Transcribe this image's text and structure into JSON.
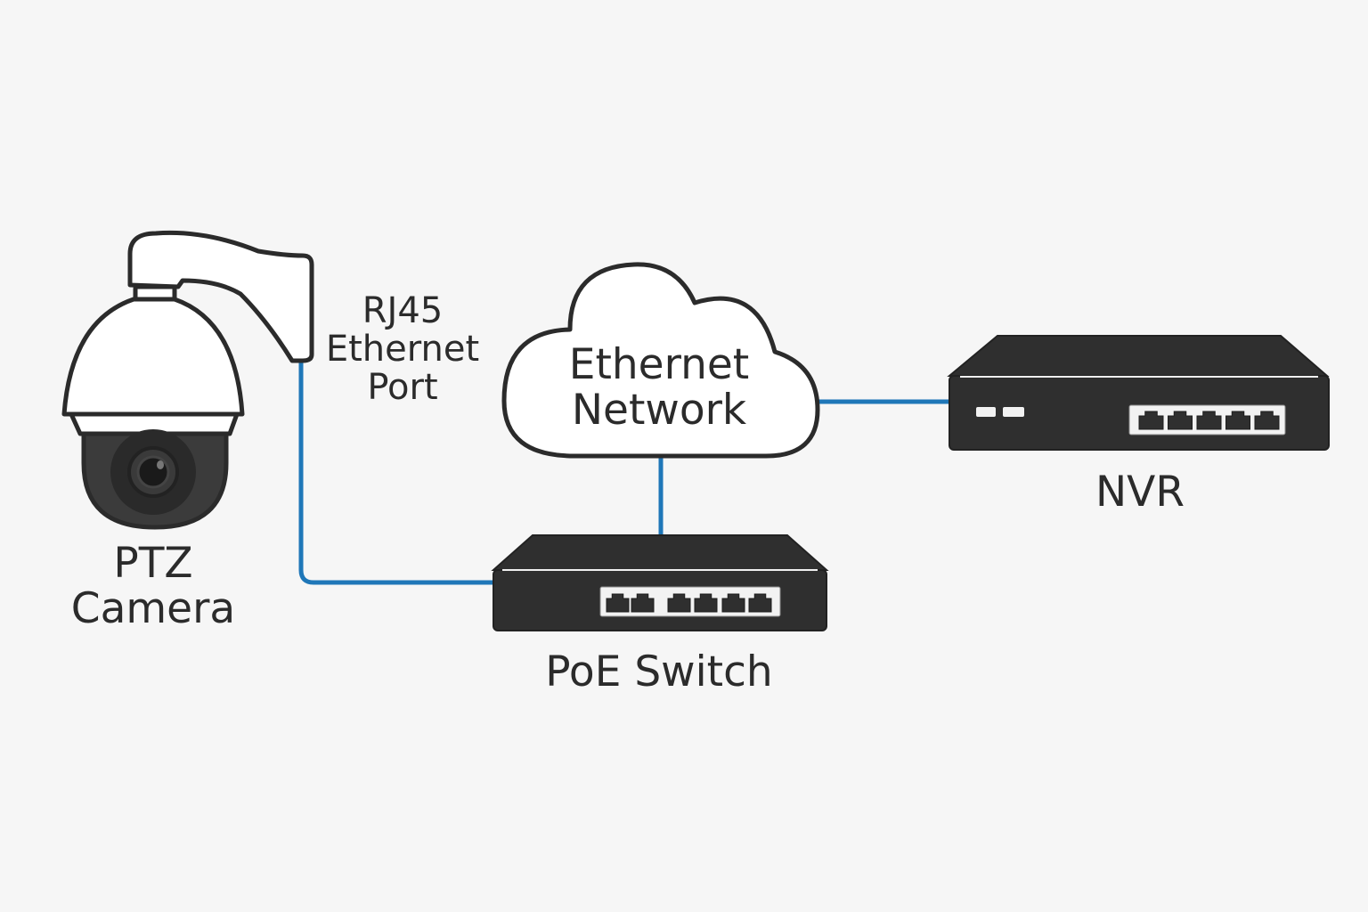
{
  "diagram": {
    "title": "PTZ Camera PoE Network Connection",
    "colors": {
      "background": "#f6f6f6",
      "cable": "#1f77b8",
      "outline": "#2b2b2b",
      "device_body": "#2f2f2f",
      "port_panel": "#f2f2f2"
    },
    "nodes": {
      "camera": {
        "label_lines": [
          "PTZ",
          "Camera"
        ],
        "icon": "ptz-dome-camera-icon"
      },
      "rj45": {
        "label_lines": [
          "RJ45",
          "Ethernet",
          "Port"
        ]
      },
      "cloud": {
        "label_lines": [
          "Ethernet",
          "Network"
        ],
        "icon": "cloud-icon"
      },
      "switch": {
        "label": "PoE Switch",
        "icon": "network-switch-icon",
        "port_count": 6
      },
      "nvr": {
        "label": "NVR",
        "icon": "nvr-recorder-icon",
        "port_count": 5,
        "indicator_count": 2
      }
    },
    "edges": [
      {
        "from": "camera",
        "to": "switch",
        "via": "RJ45 Ethernet Port"
      },
      {
        "from": "switch",
        "to": "cloud"
      },
      {
        "from": "cloud",
        "to": "nvr"
      }
    ]
  }
}
